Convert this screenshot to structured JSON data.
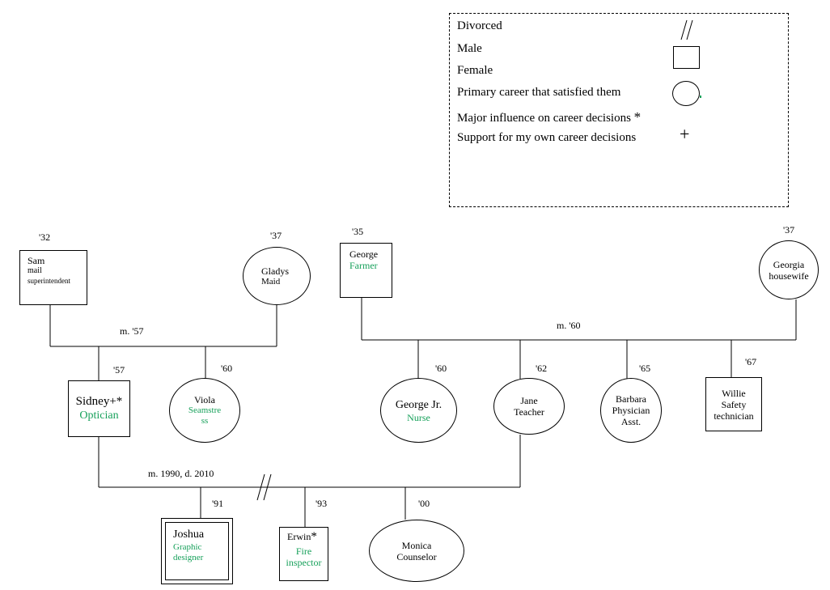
{
  "legend": {
    "divorced": "Divorced",
    "male": "Male",
    "female": "Female",
    "primary_career": "Primary  career that satisfied them",
    "major_influence": "Major influence on career decisions",
    "major_influence_mark": "*",
    "support": "Support for my own career decisions",
    "support_mark": "+"
  },
  "people": {
    "sam": {
      "name": "Sam",
      "job_line1": "mail",
      "job_line2": "superintendent",
      "year": "'32"
    },
    "gladys": {
      "name": "Gladys",
      "job": "Maid",
      "year": "'37"
    },
    "george": {
      "name": "George",
      "job": "Farmer",
      "year": "'35"
    },
    "georgia": {
      "name": "Georgia",
      "job": "housewife",
      "year": "'37"
    },
    "sidney": {
      "name": "Sidney+*",
      "job": "Optician",
      "year": "'57"
    },
    "viola": {
      "name": "Viola",
      "job_line1": "Seamstre",
      "job_line2": "ss",
      "year": "'60"
    },
    "george_jr": {
      "name": "George Jr.",
      "job": "Nurse",
      "year": "'60"
    },
    "jane": {
      "name": "Jane",
      "job": "Teacher",
      "year": "'62"
    },
    "barbara": {
      "name": "Barbara",
      "job_line1": "Physician",
      "job_line2": "Asst.",
      "year": "'65"
    },
    "willie": {
      "name": "Willie",
      "job_line1": "Safety",
      "job_line2": "technician",
      "year": "'67"
    },
    "joshua": {
      "name": "Joshua",
      "job_line1": "Graphic",
      "job_line2": "designer",
      "year": "'91"
    },
    "erwin": {
      "name": "Erwin",
      "name_mark": "*",
      "job_line1": "Fire",
      "job_line2": "inspector",
      "year": "'93"
    },
    "monica": {
      "name": "Monica",
      "job": "Counselor",
      "year": "'00"
    }
  },
  "marriages": {
    "sam_gladys": "m. '57",
    "george_georgia": "m. '60",
    "sidney_jane": "m. 1990, d. 2010"
  },
  "colors": {
    "career_green": "#16a05a",
    "line": "#000000"
  }
}
